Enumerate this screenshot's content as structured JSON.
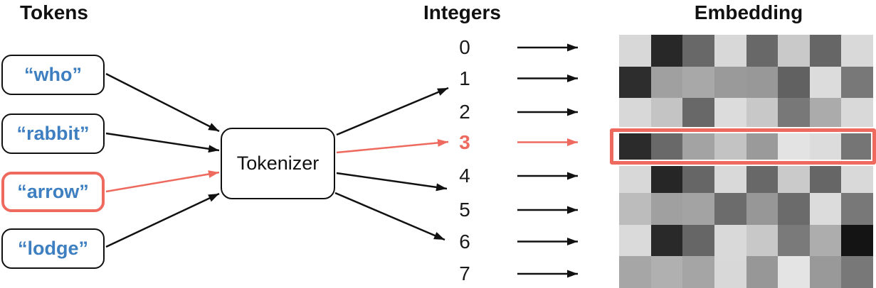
{
  "headers": {
    "tokens": "Tokens",
    "integers": "Integers",
    "embedding": "Embedding"
  },
  "tokens": [
    {
      "label": "“who”",
      "highlighted": false
    },
    {
      "label": "“rabbit”",
      "highlighted": false
    },
    {
      "label": "“arrow”",
      "highlighted": true
    },
    {
      "label": "“lodge”",
      "highlighted": false
    }
  ],
  "tokenizer": {
    "label": "Tokenizer"
  },
  "integers": [
    {
      "label": "0",
      "highlighted": false
    },
    {
      "label": "1",
      "highlighted": false
    },
    {
      "label": "2",
      "highlighted": false
    },
    {
      "label": "3",
      "highlighted": true
    },
    {
      "label": "4",
      "highlighted": false
    },
    {
      "label": "5",
      "highlighted": false
    },
    {
      "label": "6",
      "highlighted": false
    },
    {
      "label": "7",
      "highlighted": false
    }
  ],
  "flows": {
    "highlighted_token": "arrow",
    "highlighted_integer": 3,
    "tokenizer_output_targets": [
      1,
      3,
      4,
      6
    ]
  },
  "embedding_matrix": {
    "rows": 8,
    "cols": 8,
    "highlighted_row": 3,
    "cell_colors": [
      [
        "#d8d8d8",
        "#282828",
        "#686868",
        "#d8d8d8",
        "#686868",
        "#c9c9c9",
        "#666666",
        "#d9d9d9"
      ],
      [
        "#2d2d2d",
        "#a0a0a0",
        "#a8a8a8",
        "#9a9a9a",
        "#989898",
        "#616161",
        "#dcdcdc",
        "#787878"
      ],
      [
        "#d8d8d8",
        "#c4c4c4",
        "#686868",
        "#dcdcdc",
        "#c8c8c8",
        "#787878",
        "#ababab",
        "#d9d9d9"
      ],
      [
        "#2b2b2b",
        "#696969",
        "#a3a3a3",
        "#c3c3c3",
        "#9a9a9a",
        "#e3e3e3",
        "#dcdcdc",
        "#757575"
      ],
      [
        "#d8d8d8",
        "#262626",
        "#666666",
        "#d9d9d9",
        "#686868",
        "#cacaca",
        "#666666",
        "#d9d9d9"
      ],
      [
        "#bcbcbc",
        "#a0a0a0",
        "#a3a3a3",
        "#6c6c6c",
        "#979797",
        "#6b6b6b",
        "#dcdcdc",
        "#787878"
      ],
      [
        "#dadada",
        "#292929",
        "#666666",
        "#d9d9d9",
        "#c8c8c8",
        "#7a7a7a",
        "#adadad",
        "#141414"
      ],
      [
        "#a6a6a6",
        "#b0b0b0",
        "#a5a5a5",
        "#d8d8d8",
        "#979797",
        "#e4e4e4",
        "#999999",
        "#787878"
      ]
    ]
  },
  "colors": {
    "highlight_red": "#ef6a5e",
    "token_blue": "#3d7fc0",
    "ink": "#111111"
  }
}
